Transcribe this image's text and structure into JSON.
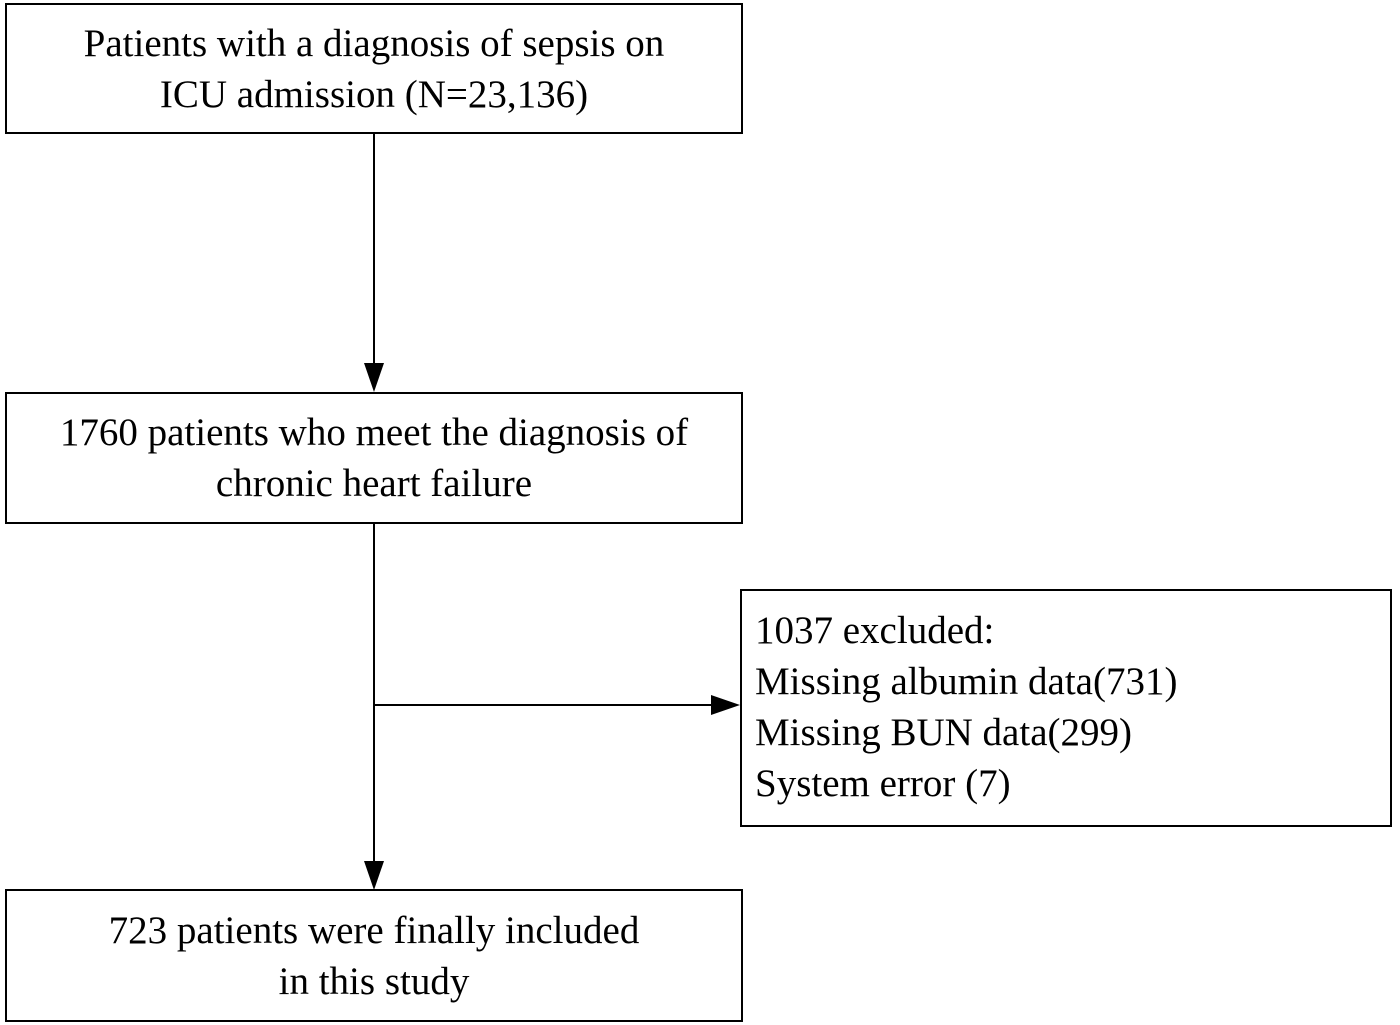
{
  "flowchart": {
    "box_sepsis": {
      "lines": [
        "Patients with a diagnosis of sepsis on",
        "ICU admission (N=23,136)"
      ]
    },
    "box_chf": {
      "lines": [
        "1760 patients who meet the diagnosis of",
        "chronic heart failure"
      ]
    },
    "box_excluded": {
      "lines": [
        "1037 excluded:",
        "Missing albumin data(731)",
        "Missing BUN data(299)",
        "System error (7)"
      ]
    },
    "box_final": {
      "lines": [
        "723 patients were finally included",
        "in this study"
      ]
    }
  },
  "colors": {
    "line": "#000000",
    "background": "#ffffff"
  }
}
